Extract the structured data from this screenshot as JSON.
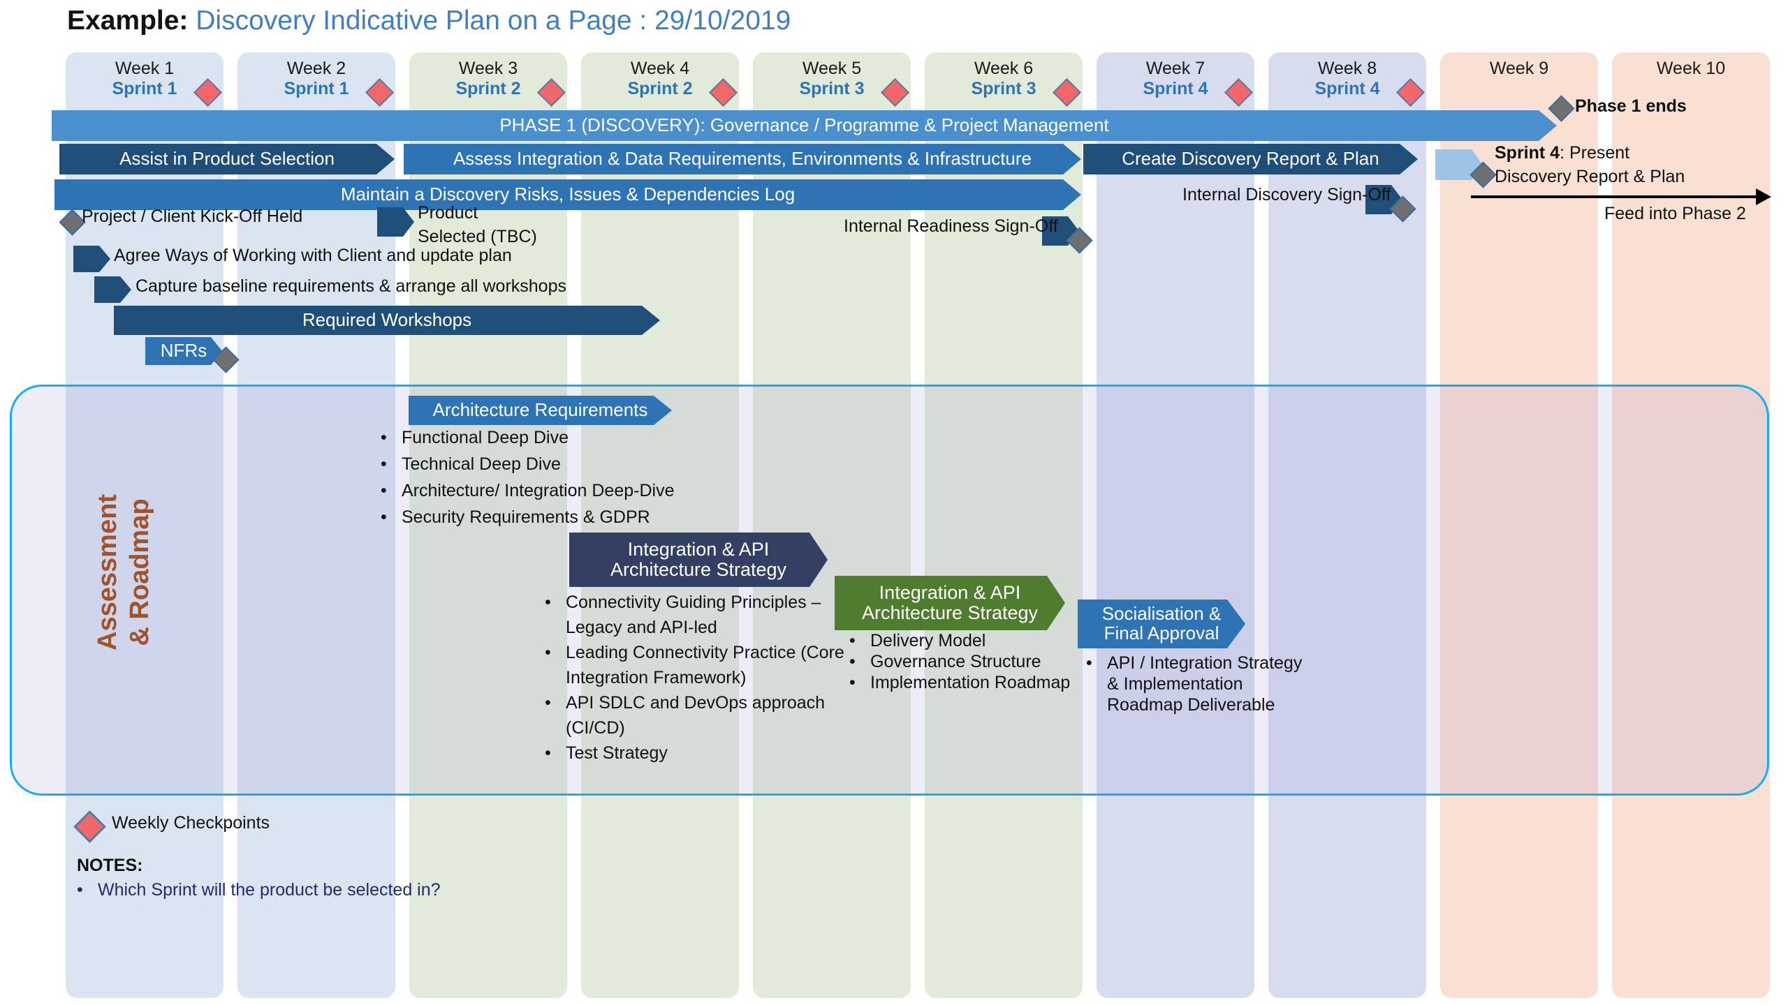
{
  "title": {
    "bold": "Example:",
    "rest": " Discovery Indicative Plan on a Page : 29/10/2019"
  },
  "colors": {
    "week_blue": "#dbe5f1",
    "week_green": "#e2ebd9",
    "week_periwinkle": "#d8dcef",
    "week_peach": "#fae0d2",
    "bar_dark_navy": "#1f4e79",
    "bar_blue": "#2e74b5",
    "bar_light_blue": "#4a90ce",
    "bar_green": "#4f7c2f",
    "chevron_navy": "#333f63",
    "checkpoint_red": "#f2676a",
    "milestone_grey": "#6f6f6f",
    "panel_border": "#15aef0",
    "panel_label": "#a0522d",
    "title_blue": "#3f7fc1",
    "notes_blue": "#1f2d6e"
  },
  "weeks": [
    {
      "name": "Week 1",
      "sprint": "Sprint 1",
      "tone": "blue"
    },
    {
      "name": "Week 2",
      "sprint": "Sprint 1",
      "tone": "blue"
    },
    {
      "name": "Week 3",
      "sprint": "Sprint 2",
      "tone": "green"
    },
    {
      "name": "Week 4",
      "sprint": "Sprint 2",
      "tone": "green"
    },
    {
      "name": "Week 5",
      "sprint": "Sprint 3",
      "tone": "green"
    },
    {
      "name": "Week 6",
      "sprint": "Sprint 3",
      "tone": "green"
    },
    {
      "name": "Week 7",
      "sprint": "Sprint 4",
      "tone": "peri"
    },
    {
      "name": "Week 8",
      "sprint": "Sprint 4",
      "tone": "peri"
    },
    {
      "name": "Week 9",
      "sprint": "",
      "tone": "peach"
    },
    {
      "name": "Week 10",
      "sprint": "",
      "tone": "peach"
    }
  ],
  "bars": {
    "phase1": "PHASE 1 (DISCOVERY): Governance / Programme & Project Management",
    "assist": "Assist in Product Selection",
    "assess": "Assess Integration & Data Requirements, Environments & Infrastructure",
    "create_report": "Create Discovery Report & Plan",
    "maintain": "Maintain a Discovery Risks, Issues & Dependencies Log",
    "workshops": "Required Workshops",
    "nfrs": "NFRs",
    "arch_req": "Architecture Requirements",
    "integ_api_navy_l1": "Integration & API",
    "integ_api_navy_l2": "Architecture Strategy",
    "integ_api_green_l1": "Integration & API",
    "integ_api_green_l2": "Architecture Strategy",
    "social_l1": "Socialisation &",
    "social_l2": "Final Approval"
  },
  "milestones": {
    "phase1_ends": "Phase 1 ends",
    "kickoff": "Project / Client Kick-Off Held",
    "product_selected_l1": "Product",
    "product_selected_l2": "Selected (TBC)",
    "ways_of_working": "Agree Ways of Working with Client and update plan",
    "capture_baseline": "Capture baseline requirements & arrange all workshops",
    "internal_readiness": "Internal Readiness Sign-Off",
    "internal_discovery": "Internal Discovery Sign-Off",
    "sprint4_bold": "Sprint 4",
    "sprint4_rest": ": Present",
    "sprint4_line2": "Discovery Report & Plan",
    "feed_into_phase2": "Feed into Phase 2"
  },
  "panel": {
    "label_l1": "Assessment",
    "label_l2": "& Roadmap",
    "arch_req_bullets": [
      "Functional Deep Dive",
      "Technical Deep Dive",
      "Architecture/ Integration Deep-Dive",
      "Security Requirements & GDPR"
    ],
    "integ_navy_bullets": [
      "Connectivity Guiding Principles – Legacy and API-led",
      "Leading Connectivity Practice (Core Integration Framework)",
      "API SDLC and DevOps approach (CI/CD)",
      "Test Strategy"
    ],
    "integ_green_bullets": [
      "Delivery Model",
      "Governance Structure",
      "Implementation Roadmap"
    ],
    "social_bullets": [
      "API / Integration Strategy & Implementation Roadmap Deliverable"
    ]
  },
  "legend": {
    "weekly_checkpoints": "Weekly Checkpoints"
  },
  "notes": {
    "heading": "NOTES:",
    "items": [
      "Which Sprint will the product be selected in?"
    ]
  }
}
